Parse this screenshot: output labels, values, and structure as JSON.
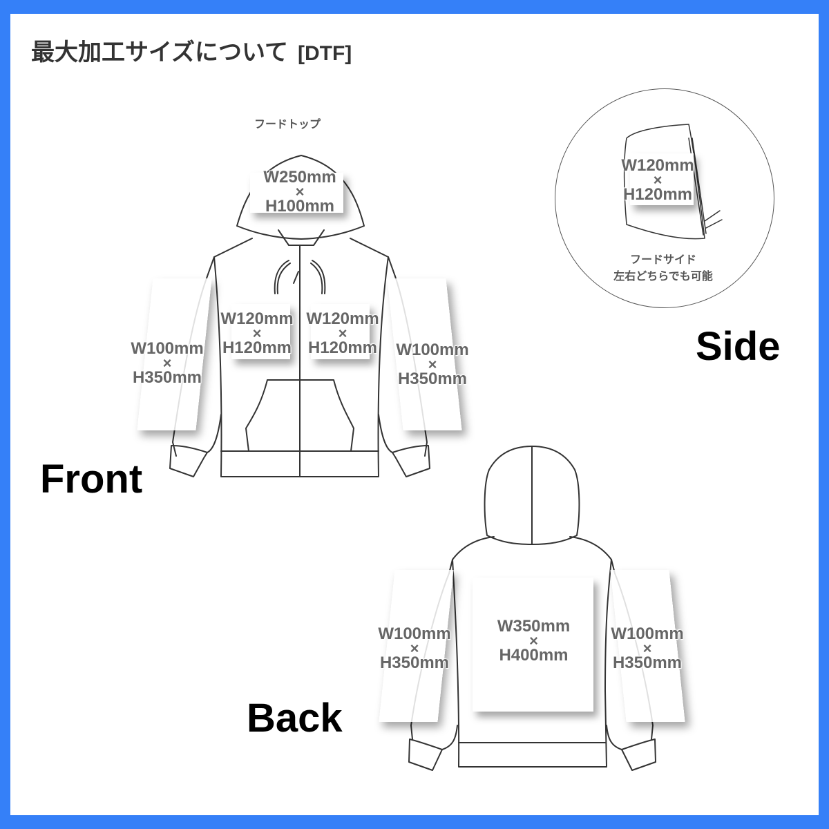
{
  "header": {
    "title": "最大加工サイズについて",
    "tag": "[DTF]"
  },
  "front": {
    "label": "Front",
    "hood_top": {
      "caption": "フードトップ",
      "width": "W250mm",
      "times": "×",
      "height": "H100mm"
    },
    "left_chest": {
      "width": "W120mm",
      "times": "×",
      "height": "H120mm"
    },
    "right_chest": {
      "width": "W120mm",
      "times": "×",
      "height": "H120mm"
    },
    "left_sleeve": {
      "width": "W100mm",
      "times": "×",
      "height": "H350mm"
    },
    "right_sleeve": {
      "width": "W100mm",
      "times": "×",
      "height": "H350mm"
    }
  },
  "side": {
    "label": "Side",
    "hood_side": {
      "width": "W120mm",
      "times": "×",
      "height": "H120mm"
    },
    "caption_line1": "フードサイド",
    "caption_line2": "左右どちらでも可能"
  },
  "back": {
    "label": "Back",
    "center": {
      "width": "W350mm",
      "times": "×",
      "height": "H400mm"
    },
    "left_sleeve": {
      "width": "W100mm",
      "times": "×",
      "height": "H350mm"
    },
    "right_sleeve": {
      "width": "W100mm",
      "times": "×",
      "height": "H350mm"
    }
  },
  "colors": {
    "border": "#3580f8",
    "background": "#ffffff",
    "outline": "#333333",
    "dimension_text": "#666666"
  }
}
